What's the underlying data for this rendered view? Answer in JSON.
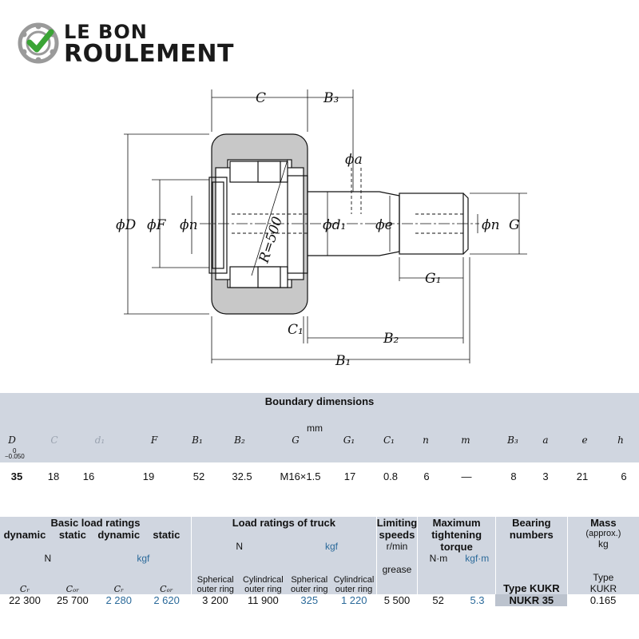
{
  "logo": {
    "line1": "LE BON",
    "line2": "ROULEMENT"
  },
  "drawing": {
    "labels": {
      "C": "C",
      "B3": "B₃",
      "phi_a": "ϕa",
      "phi_D": "ϕD",
      "phi_F": "ϕF",
      "phi_n": "ϕn",
      "R": "R=500",
      "phi_d1": "ϕd₁",
      "phi_e": "ϕe",
      "phi_n2": "ϕn",
      "G": "G",
      "G1": "G₁",
      "C1": "C₁",
      "B2": "B₂",
      "B1": "B₁"
    }
  },
  "boundary": {
    "title": "Boundary dimensions",
    "unit": "mm",
    "headers": [
      "D",
      "C",
      "d₁",
      "F",
      "B₁",
      "B₂",
      "G",
      "G₁",
      "C₁",
      "n",
      "m",
      "B₃",
      "a",
      "e",
      "h"
    ],
    "tolerance_top": "0",
    "tolerance_bottom": "−0.050",
    "values": [
      "35",
      "18",
      "16",
      "19",
      "52",
      "32.5",
      "M16×1.5",
      "17",
      "0.8",
      "6",
      "—",
      "8",
      "3",
      "21",
      "6"
    ]
  },
  "ratings": {
    "basic_title": "Basic load ratings",
    "dynamic": "dynamic",
    "static": "static",
    "unit_N": "N",
    "unit_kgf": "kgf",
    "cr": "Cᵣ",
    "cor": "Cₒᵣ",
    "truck_title": "Load ratings of truck",
    "spherical": "Spherical",
    "cylindrical": "Cylindrical",
    "outer_ring": "outer ring",
    "limiting_title_1": "Limiting",
    "limiting_title_2": "speeds",
    "limiting_unit": "r/min",
    "limiting_sub": "grease",
    "torque_title_1": "Maximum",
    "torque_title_2": "tightening",
    "torque_title_3": "torque",
    "torque_unit_nm": "N·m",
    "torque_unit_kgf": "kgf·m",
    "bearing_title_1": "Bearing",
    "bearing_title_2": "numbers",
    "bearing_type": "Type KUKR",
    "mass_title": "Mass",
    "mass_approx": "(approx.)",
    "mass_unit": "kg",
    "mass_type_1": "Type",
    "mass_type_2": "KUKR",
    "values": {
      "dyn_N": "22 300",
      "stat_N": "25 700",
      "dyn_kgf": "2 280",
      "stat_kgf": "2 620",
      "sph_N": "3 200",
      "cyl_N": "11 900",
      "sph_kgf": "325",
      "cyl_kgf": "1 220",
      "speed": "5 500",
      "torque_nm": "52",
      "torque_kgf": "5.3",
      "bearing": "NUKR  35",
      "mass": "0.165"
    }
  },
  "colors": {
    "header_band": "#d0d6e0",
    "kgf_blue": "#2b6a9a",
    "logo_green": "#3aa435"
  }
}
